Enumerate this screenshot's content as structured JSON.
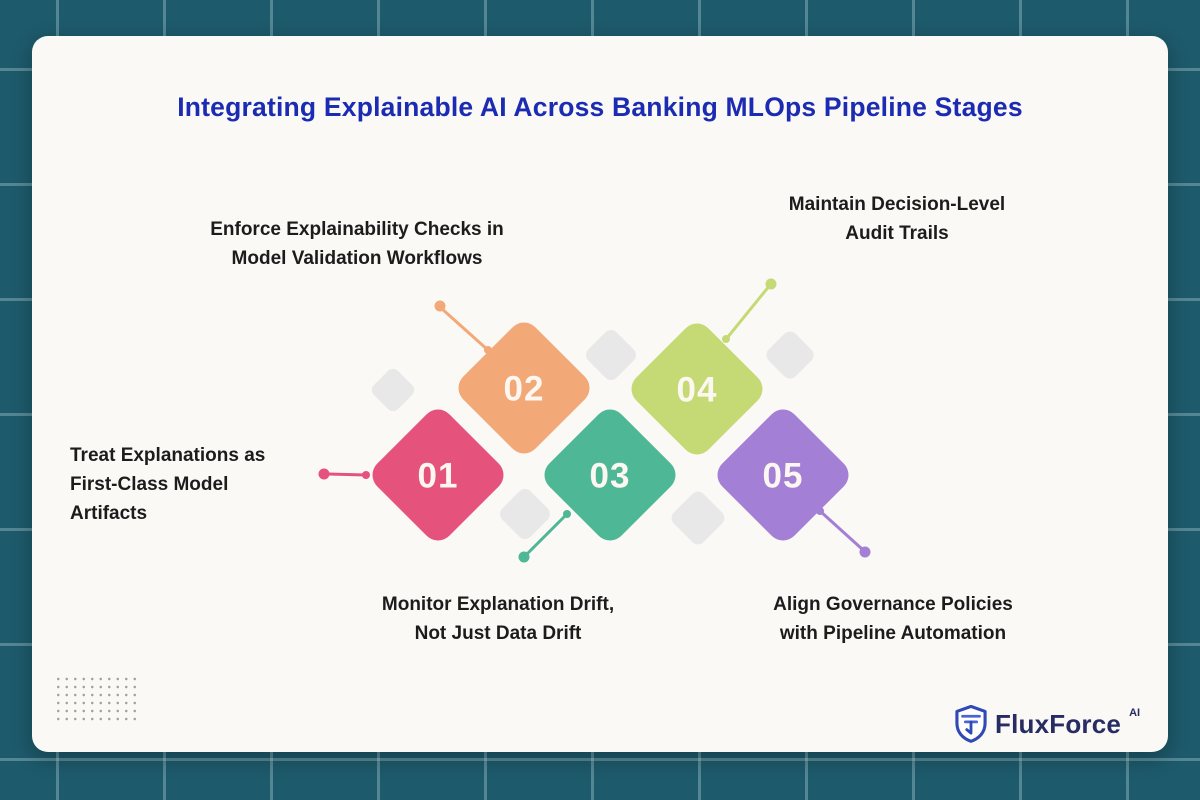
{
  "title": {
    "text": "Integrating Explainable AI Across Banking MLOps Pipeline Stages",
    "color": "#1b2bb2"
  },
  "stages": [
    {
      "number": "01",
      "label": "Treat Explanations as\nFirst-Class Model\nArtifacts",
      "color": "#e5527c"
    },
    {
      "number": "02",
      "label": "Enforce Explainability Checks in\nModel Validation Workflows",
      "color": "#f3a877"
    },
    {
      "number": "03",
      "label": "Monitor Explanation Drift,\nNot Just Data Drift",
      "color": "#4eb795"
    },
    {
      "number": "04",
      "label": "Maintain Decision-Level\nAudit Trails",
      "color": "#c5da74"
    },
    {
      "number": "05",
      "label": "Align Governance Policies\nwith Pipeline Automation",
      "color": "#a37fd5"
    }
  ],
  "logo": {
    "brand": "FluxForce",
    "suffix": "AI"
  },
  "colors": {
    "background": "#1d5a6b",
    "grid_line": "#5d93a3",
    "card": "#faf9f6",
    "label_text": "#1c1c1c",
    "gray_diamond": "#e8e8e8",
    "number_text": "#fcf8f1"
  }
}
